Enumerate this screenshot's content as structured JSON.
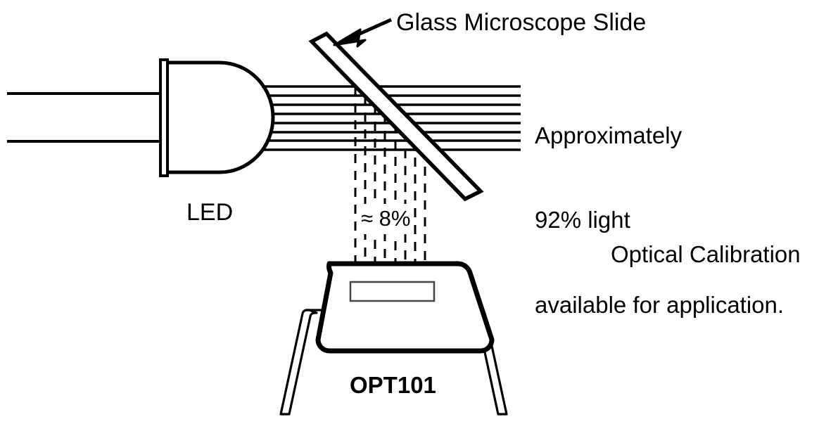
{
  "figure": {
    "title_text": "Optical Calibration",
    "background_color": "#ffffff",
    "stroke_color": "#000000"
  },
  "labels": {
    "glass_slide": "Glass Microscope Slide",
    "led": "LED",
    "reflected_percent": "≈ 8%",
    "device": "OPT101",
    "optical_calibration": "Optical Calibration",
    "transmitted_line1": "Approximately",
    "transmitted_line2": "92% light",
    "transmitted_line3": "available for application."
  },
  "components": {
    "led": {
      "name": "LED",
      "lead_count": 2
    },
    "slide": {
      "name": "Glass Microscope Slide",
      "angle_degrees": 42
    },
    "detector": {
      "name": "OPT101",
      "leg_count": 2,
      "window": "photodiode-window"
    }
  },
  "optics": {
    "ray_count": 8,
    "transmitted_percent": "92%",
    "reflected_percent": "8%",
    "reflected_ray_style": "dashed"
  }
}
